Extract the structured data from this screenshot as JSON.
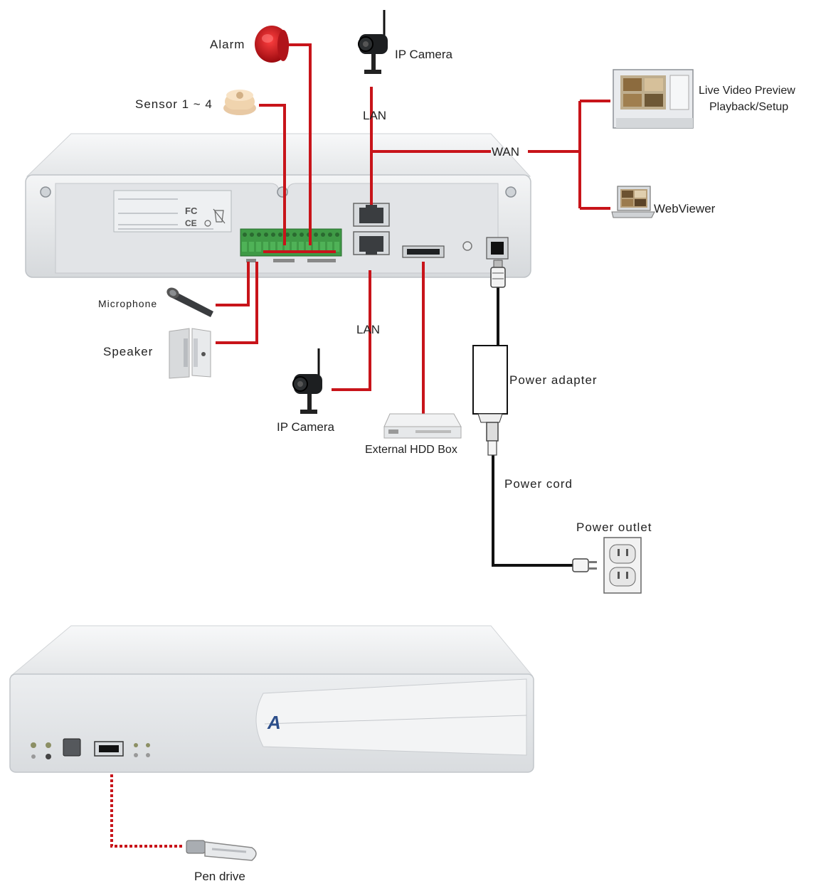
{
  "labels": {
    "alarm": "Alarm",
    "ip_camera_top": "IP Camera",
    "sensor": "Sensor 1 ~ 4",
    "lan_top": "LAN",
    "wan": "WAN",
    "live_video_line1": "Live Video Preview",
    "live_video_line2": "Playback/Setup",
    "webviewer": "WebViewer",
    "microphone": "Microphone",
    "speaker": "Speaker",
    "lan_bottom": "LAN",
    "ip_camera_bottom": "IP Camera",
    "power_adapter": "Power adapter",
    "external_hdd": "External HDD Box",
    "power_cord": "Power cord",
    "power_outlet": "Power outlet",
    "pen_drive": "Pen drive"
  },
  "device": {
    "front_logo": "A"
  },
  "colors": {
    "connection_wire": "#c8141a",
    "power_wire": "#111111",
    "device_body": "#e8eaec",
    "terminal_block": "#3f9a46"
  }
}
